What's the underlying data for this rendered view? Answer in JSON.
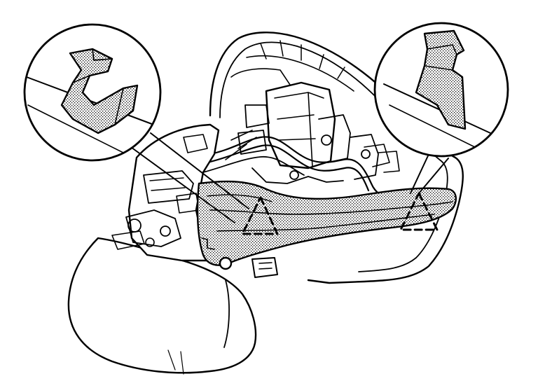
{
  "figure": {
    "kind": "technical-line-illustration",
    "subject": "exterior-mirror-assembly-turn-signal-lamp",
    "stroke_color": "#000000",
    "background_color": "#ffffff",
    "highlight_fill": "stipple-gray",
    "callouts": [
      {
        "id": "left-callout",
        "shows": "retaining-clip-detail",
        "marker": "dashed-triangle"
      },
      {
        "id": "right-callout",
        "shows": "retaining-tab-detail",
        "marker": "dashed-triangle"
      }
    ]
  }
}
